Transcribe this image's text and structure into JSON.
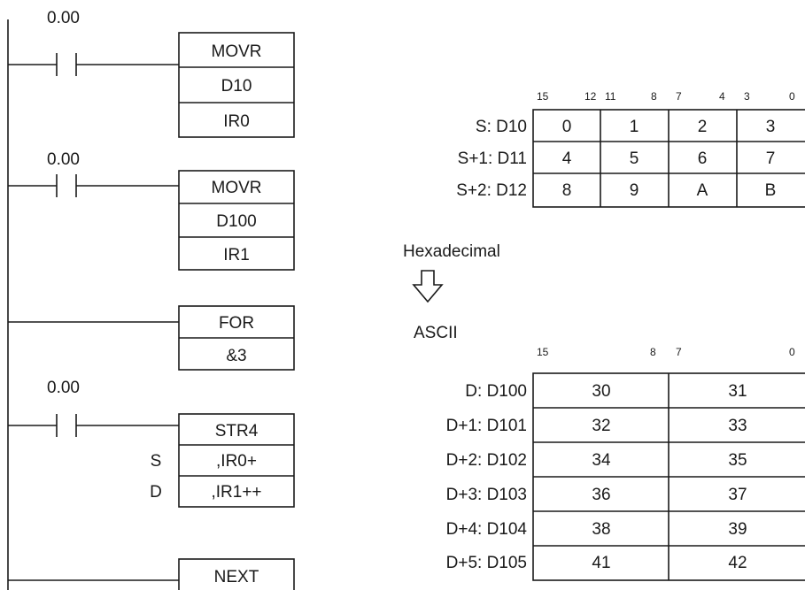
{
  "ladder": {
    "contact_label": "0.00",
    "rungs": [
      {
        "has_contact": true,
        "cells": [
          "MOVR",
          "D10",
          "IR0"
        ],
        "operand_labels": [
          "",
          "",
          ""
        ]
      },
      {
        "has_contact": true,
        "cells": [
          "MOVR",
          "D100",
          "IR1"
        ],
        "operand_labels": [
          "",
          "",
          ""
        ]
      },
      {
        "has_contact": false,
        "cells": [
          "FOR",
          "&3"
        ],
        "operand_labels": [
          "",
          ""
        ]
      },
      {
        "has_contact": true,
        "cells": [
          "STR4",
          ",IR0+",
          ",IR1++"
        ],
        "operand_labels": [
          "",
          "S",
          "D"
        ]
      },
      {
        "has_contact": false,
        "cells": [
          "NEXT"
        ],
        "operand_labels": [
          ""
        ]
      }
    ]
  },
  "source_table": {
    "bit_labels": [
      "15",
      "12",
      "11",
      "8",
      "7",
      "4",
      "3",
      "0"
    ],
    "rows": [
      {
        "label": "S: D10",
        "values": [
          "0",
          "1",
          "2",
          "3"
        ]
      },
      {
        "label": "S+1: D11",
        "values": [
          "4",
          "5",
          "6",
          "7"
        ]
      },
      {
        "label": "S+2: D12",
        "values": [
          "8",
          "9",
          "A",
          "B"
        ]
      }
    ]
  },
  "conversion": {
    "from_label": "Hexadecimal",
    "to_label": "ASCII",
    "arrow_icon": "down-arrow-outline-icon"
  },
  "dest_table": {
    "bit_labels": [
      "15",
      "8",
      "7",
      "0"
    ],
    "rows": [
      {
        "label": "D: D100",
        "values": [
          "30",
          "31"
        ]
      },
      {
        "label": "D+1: D101",
        "values": [
          "32",
          "33"
        ]
      },
      {
        "label": "D+2: D102",
        "values": [
          "34",
          "35"
        ]
      },
      {
        "label": "D+3: D103",
        "values": [
          "36",
          "37"
        ]
      },
      {
        "label": "D+4: D104",
        "values": [
          "38",
          "39"
        ]
      },
      {
        "label": "D+5: D105",
        "values": [
          "41",
          "42"
        ]
      }
    ]
  }
}
